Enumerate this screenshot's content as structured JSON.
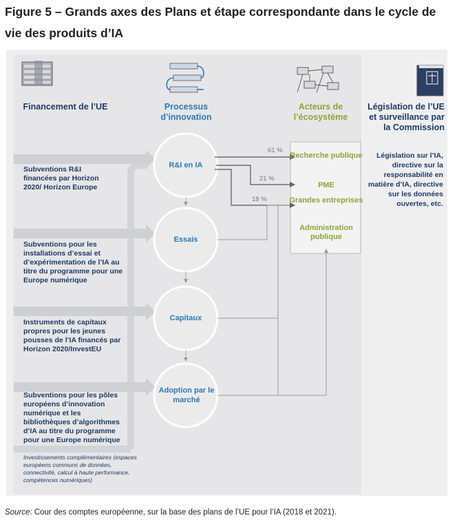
{
  "figure": {
    "title": "Figure 5 – Grands axes des Plans et étape correspondante dans le cycle de vie des produits d’IA"
  },
  "columns": {
    "financing": "Financement de l’UE",
    "innovation": "Processus d’innovation",
    "ecosystem": "Acteurs de l’écosystème",
    "legislation": "Législation de l’UE et surveillance par la Commission"
  },
  "financing_items": [
    "Subventions R&I financées par Horizon 2020/ Horizon Europe",
    "Subventions pour les installations d’essai et d’expérimentation de l’IA au titre du programme pour une Europe numérique",
    "Instruments de capitaux propres pour les jeunes pousses de l’IA financés par Horizon 2020/InvestEU",
    "Subventions pour les pôles européens d’innovation numérique et les bibliothèques d’algorithmes d’IA au titre du programme pour une Europe numérique"
  ],
  "complementary_note": "Investissements complémentaires (espaces européens communs de données, connectivité, calcul à haute performance, compétences numériques)",
  "innovation_steps": [
    "R&I en IA",
    "Essais",
    "Capitaux",
    "Adoption par le marché"
  ],
  "ecosystem_actors": [
    "Recherche publique",
    "PME",
    "Grandes entreprises",
    "Administration publique"
  ],
  "shares": [
    "61 %",
    "21 %",
    "18 %"
  ],
  "legislation_text": "Législation sur l’IA, directive sur la responsabilité en matière d’IA, directive sur les données ouvertes, etc.",
  "source_label": "Source",
  "source_text": ": Cour des comptes européenne, sur la base des plans de l’UE pour l’IA (2018 et 2021).",
  "colors": {
    "navy": "#1f3b63",
    "blue": "#2a7ab3",
    "green": "#8ca53a",
    "panel": "#efeff0",
    "arrow": "#cfd0d3"
  },
  "icons": [
    "money-stack-icon",
    "process-cycle-icon",
    "ecosystem-network-icon",
    "legislation-book-icon"
  ]
}
